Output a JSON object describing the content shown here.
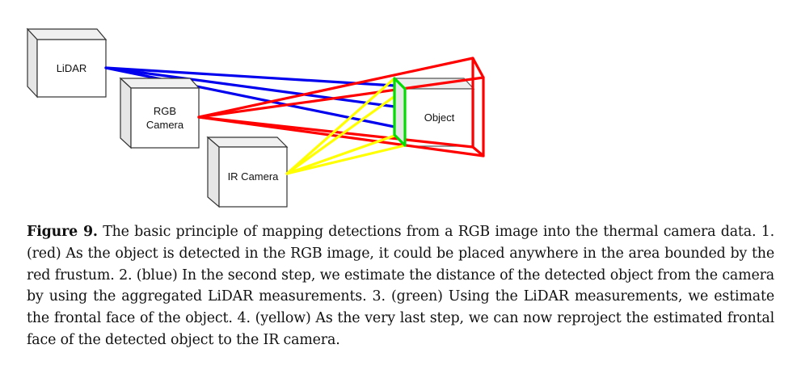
{
  "diagram": {
    "nodes": [
      {
        "id": "lidar",
        "label_lines": [
          "LiDAR"
        ]
      },
      {
        "id": "rgb",
        "label_lines": [
          "RGB",
          "Camera"
        ]
      },
      {
        "id": "ir",
        "label_lines": [
          "IR Camera"
        ]
      },
      {
        "id": "object",
        "label_lines": [
          "Object"
        ]
      }
    ],
    "colors": {
      "red": "#ff0000",
      "blue": "#0000ee",
      "green": "#00dd00",
      "yellow": "#ffff00",
      "box_stroke": "#333333",
      "box_side_fill": "#e6e6e6",
      "box_front_fill": "#ffffff"
    },
    "steps": [
      {
        "color": "red",
        "meaning": "RGB frustum"
      },
      {
        "color": "blue",
        "meaning": "LiDAR distance"
      },
      {
        "color": "green",
        "meaning": "frontal face"
      },
      {
        "color": "yellow",
        "meaning": "reprojection to IR"
      }
    ]
  },
  "caption": {
    "label": "Figure 9.",
    "text": "The basic principle of mapping detections from a RGB image into the thermal camera data. 1. (red) As the object is detected in the RGB image, it could be placed anywhere in the area bounded by the red frustum. 2. (blue) In the second step, we estimate the distance of the detected object from the camera by using the aggregated LiDAR measurements. 3. (green) Using the LiDAR measurements, we estimate the frontal face of the object. 4. (yellow) As the very last step, we can now reproject the estimated frontal face of the detected object to the IR camera."
  }
}
